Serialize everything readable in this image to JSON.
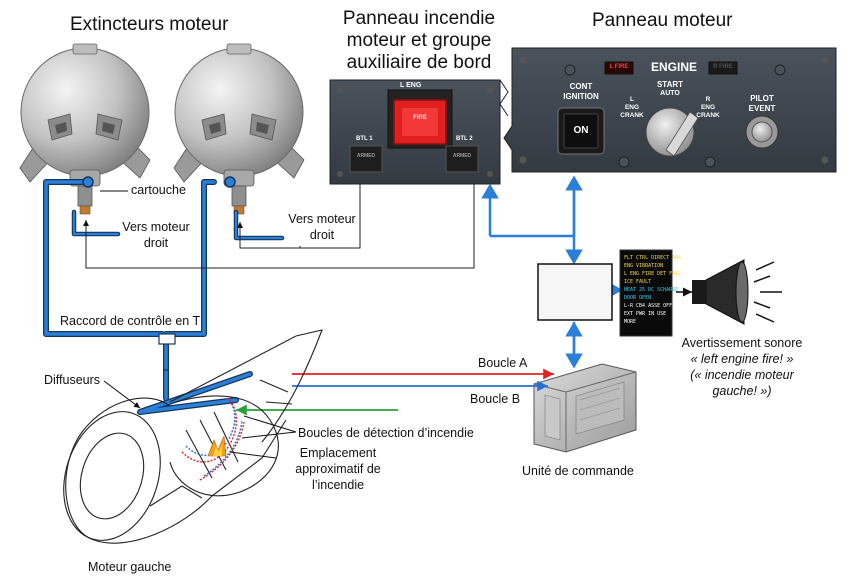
{
  "titles": {
    "extinguishers": "Extincteurs moteur",
    "fire_panel_l1": "Panneau incendie",
    "fire_panel_l2": "moteur et groupe",
    "fire_panel_l3": "auxiliaire de bord",
    "engine_panel": "Panneau moteur"
  },
  "labels": {
    "cartridge": "cartouche",
    "to_right_engine_1a": "Vers moteur",
    "to_right_engine_1b": "droit",
    "to_right_engine_2a": "Vers moteur",
    "to_right_engine_2b": "droit",
    "t_fitting": "Raccord de contrôle en T",
    "diffusers": "Diffuseurs",
    "loop_a": "Boucle A",
    "loop_b": "Boucle B",
    "detection_loops": "Boucles de détection d’incendie",
    "fire_location_1": "Emplacement",
    "fire_location_2": "approximatif de",
    "fire_location_3": "l’incendie",
    "control_unit": "Unité de commande",
    "left_engine": "Moteur gauche",
    "audio_1": "Avertissement sonore",
    "audio_2": "« left engine fire! »",
    "audio_3": "(« incendie moteur",
    "audio_4": "gauche! »)"
  },
  "fire_panel": {
    "handle": "L ENG",
    "fire_light": "FIRE",
    "btl1": "BTL 1",
    "btl2": "BTL 2",
    "armed": "ARMED"
  },
  "engine_panel": {
    "fire_annunciator": "L FIRE",
    "title": "ENGINE",
    "r_fire_annunciator": "R FIRE",
    "cont_ignition_1": "CONT",
    "cont_ignition_2": "IGNITION",
    "on_button": "ON",
    "start": "START",
    "auto": "AUTO",
    "l_crank_1": "L",
    "l_crank_2": "ENG",
    "l_crank_3": "CRANK",
    "r_crank_1": "R",
    "r_crank_2": "ENG",
    "r_crank_3": "CRANK",
    "pilot_event_1": "PILOT",
    "pilot_event_2": "EVENT"
  },
  "eicas": {
    "lines": [
      {
        "text": "FLT CTRL DIRECT ADS",
        "color": "#f2d34a"
      },
      {
        "text": "ENG VIBRATION",
        "color": "#f2d34a"
      },
      {
        "text": "L ENG FIRE DET FAIL",
        "color": "#f2d34a"
      },
      {
        "text": "ICE FAULT",
        "color": "#f2d34a"
      },
      {
        "text": "HEAT 25 DC SCHARGE",
        "color": "#35c9e8"
      },
      {
        "text": "DOOR OPEN",
        "color": "#35c9e8"
      },
      {
        "text": "L-R CB4 ASSE OFF",
        "color": "#ffffff"
      },
      {
        "text": "EXT PWR IN USE",
        "color": "#ffffff"
      },
      {
        "text": "MORE",
        "color": "#ffffff"
      }
    ]
  },
  "colors": {
    "blue_line": "#1f6fd1",
    "loop_a": "#e32222",
    "loop_b": "#2a6fd6",
    "green_line": "#27a338",
    "panel_bg": "#3b434d",
    "fire_red": "#e21f1f"
  }
}
